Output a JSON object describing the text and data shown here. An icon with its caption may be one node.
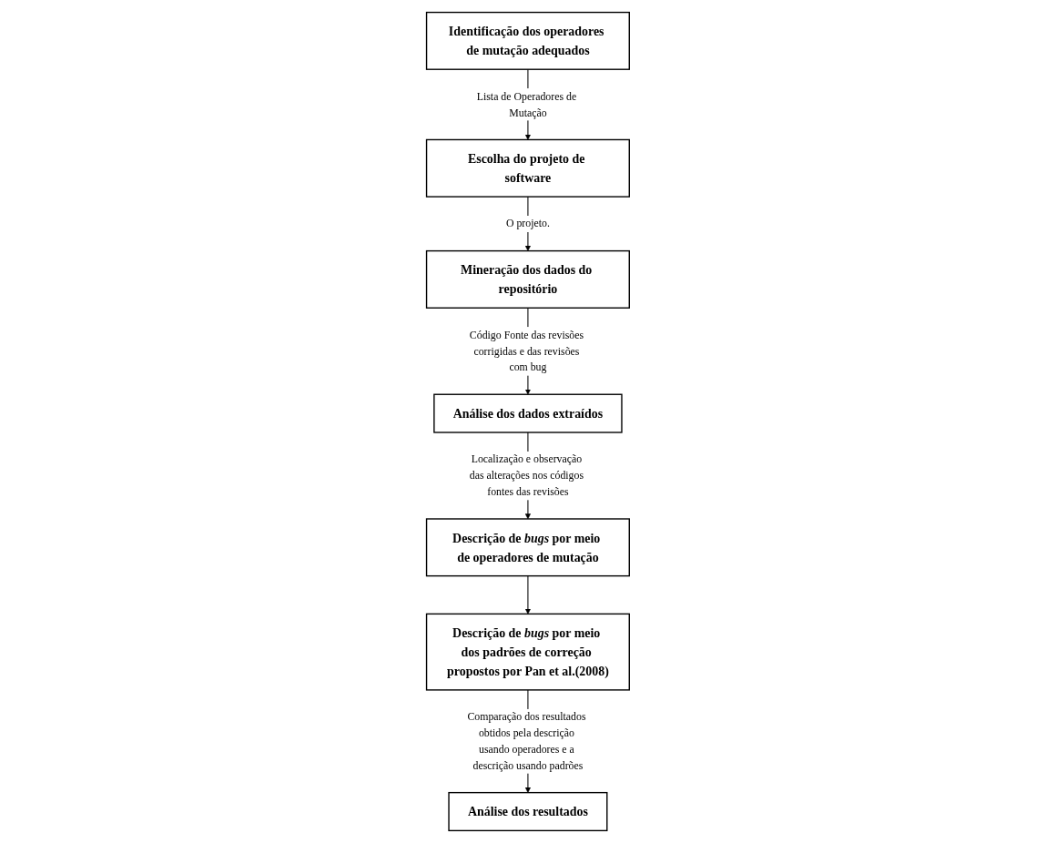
{
  "diagram": {
    "nodes": [
      {
        "text": [
          "Identificação dos operadores de mutação adequados"
        ]
      },
      {
        "text": [
          "Escolha do projeto de software"
        ]
      },
      {
        "text": [
          "Mineração dos dados do repositório"
        ]
      },
      {
        "text": [
          "Análise dos dados extraídos"
        ]
      },
      {
        "text": [
          "Descrição de *bugs* por meio de operadores de mutação"
        ]
      },
      {
        "text": [
          "Descrição de *bugs* por meio dos padrões de correção propostos por Pan et al.(2008)"
        ]
      },
      {
        "text": [
          "Análise dos resultados"
        ]
      }
    ],
    "edges": [
      {
        "from": 0,
        "to": 1,
        "arrow": "to",
        "label": "Lista de Operadores de Mutação"
      },
      {
        "from": 1,
        "to": 2,
        "arrow": "to",
        "label": "O projeto."
      },
      {
        "from": 2,
        "to": 3,
        "arrow": "to",
        "label": "Código Fonte das revisões corrigidas e das revisões com bug"
      },
      {
        "from": 3,
        "to": 4,
        "arrow": "to",
        "label": "Localização e observação das alterações nos códigos fontes das revisões"
      },
      {
        "from": 4,
        "to": 5,
        "arrow": "to"
      },
      {
        "from": 5,
        "to": 6,
        "arrow": "to",
        "label": "Comparação dos resultados obtidos pela descrição usando operadores e a descrição usando padrões"
      }
    ]
  }
}
